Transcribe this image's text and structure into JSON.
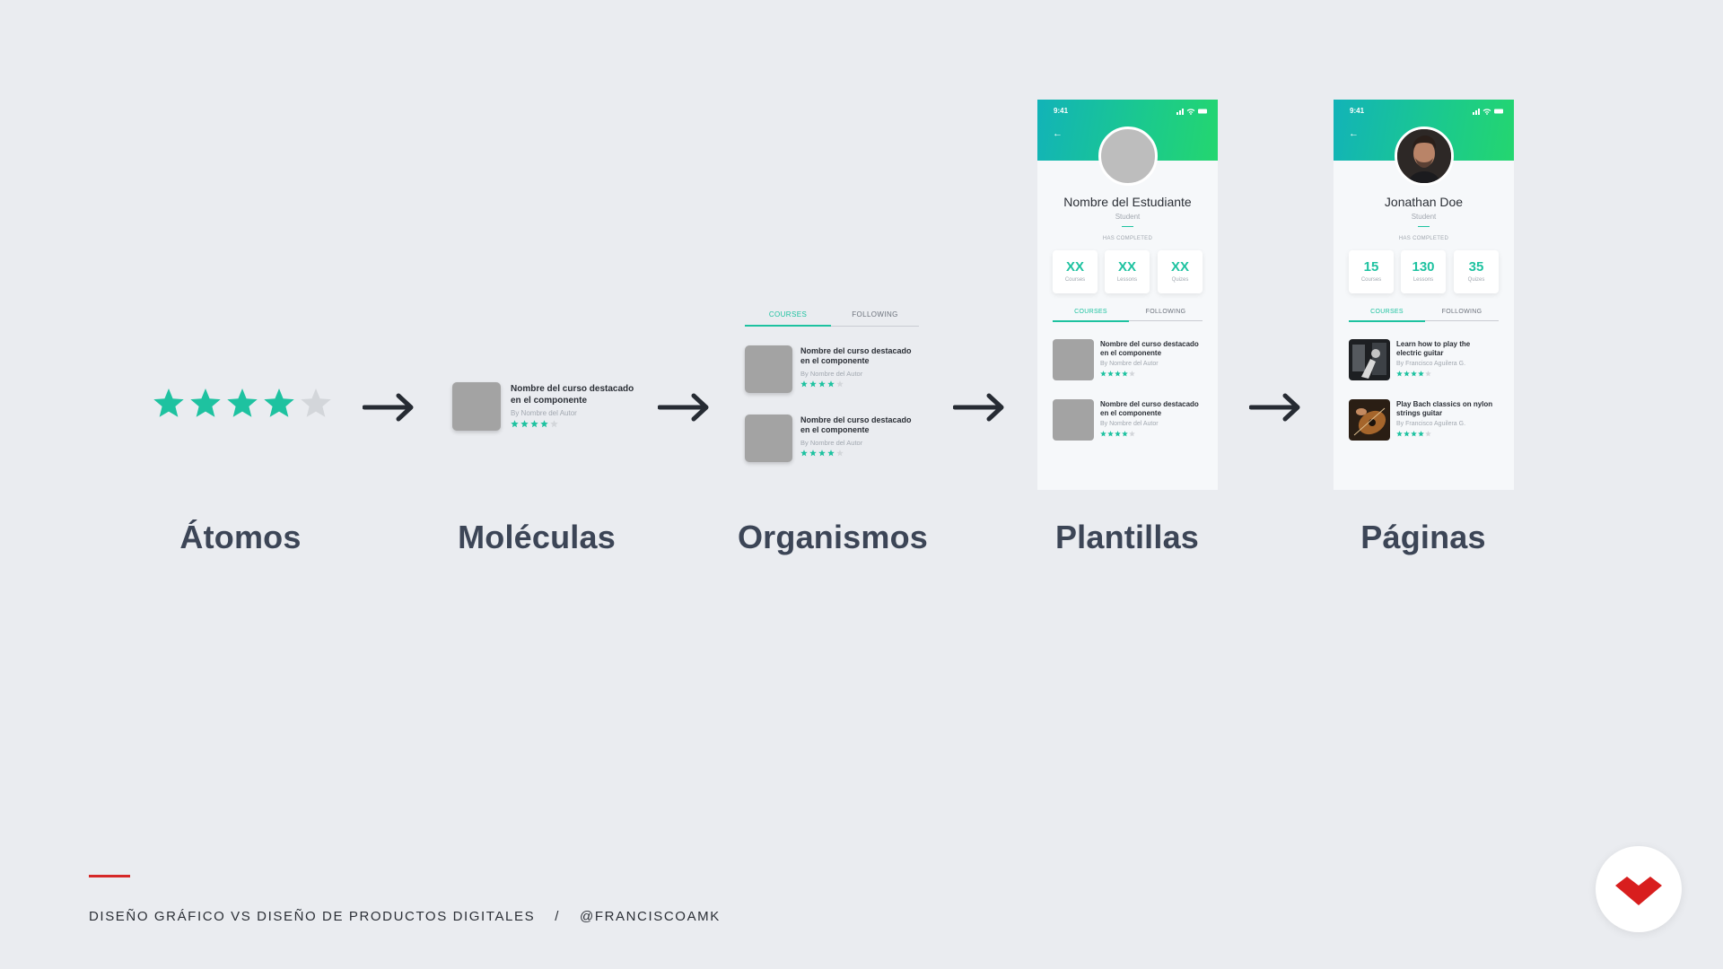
{
  "colors": {
    "accent": "#1ec2a0",
    "star_empty": "#d3d6da",
    "brand_red": "#d81e1e",
    "text_dark": "#3c4556"
  },
  "stages": [
    {
      "label": "Átomos"
    },
    {
      "label": "Moléculas"
    },
    {
      "label": "Organismos"
    },
    {
      "label": "Plantillas"
    },
    {
      "label": "Páginas"
    }
  ],
  "atom": {
    "rating": 4,
    "max": 5
  },
  "molecule": {
    "title_line1": "Nombre del curso destacado",
    "title_line2": "en el componente",
    "author": "By Nombre del Autor",
    "rating": 4
  },
  "organism": {
    "tabs": [
      "COURSES",
      "FOLLOWING"
    ],
    "items": [
      {
        "title_line1": "Nombre del curso destacado",
        "title_line2": "en el componente",
        "author": "By Nombre del Autor",
        "rating": 4
      },
      {
        "title_line1": "Nombre del curso destacado",
        "title_line2": "en el componente",
        "author": "By Nombre del Autor",
        "rating": 4
      }
    ]
  },
  "template": {
    "time": "9:41",
    "name": "Nombre del Estudiante",
    "role": "Student",
    "completed": "HAS COMPLETED",
    "stats": [
      {
        "value": "XX",
        "label": "Courses"
      },
      {
        "value": "XX",
        "label": "Lessons"
      },
      {
        "value": "XX",
        "label": "Quizes"
      }
    ],
    "tabs": [
      "COURSES",
      "FOLLOWING"
    ],
    "items": [
      {
        "title_line1": "Nombre del curso destacado",
        "title_line2": "en el componente",
        "author": "By Nombre del Autor",
        "rating": 4
      },
      {
        "title_line1": "Nombre del curso destacado",
        "title_line2": "en el componente",
        "author": "By Nombre del Autor",
        "rating": 4
      }
    ]
  },
  "page": {
    "time": "9:41",
    "name": "Jonathan Doe",
    "role": "Student",
    "completed": "HAS COMPLETED",
    "stats": [
      {
        "value": "15",
        "label": "Courses"
      },
      {
        "value": "130",
        "label": "Lessons"
      },
      {
        "value": "35",
        "label": "Quizes"
      }
    ],
    "tabs": [
      "COURSES",
      "FOLLOWING"
    ],
    "items": [
      {
        "title_line1": "Learn how to play the",
        "title_line2": "electric guitar",
        "author": "By Francisco Aguilera G.",
        "rating": 4
      },
      {
        "title_line1": "Play Bach classics on nylon",
        "title_line2": "strings guitar",
        "author": "By Francisco Aguilera G.",
        "rating": 4
      }
    ]
  },
  "footer": {
    "title": "DISEÑO GRÁFICO VS DISEÑO DE PRODUCTOS DIGITALES",
    "separator": "/",
    "handle": "@FRANCISCOAMK"
  }
}
